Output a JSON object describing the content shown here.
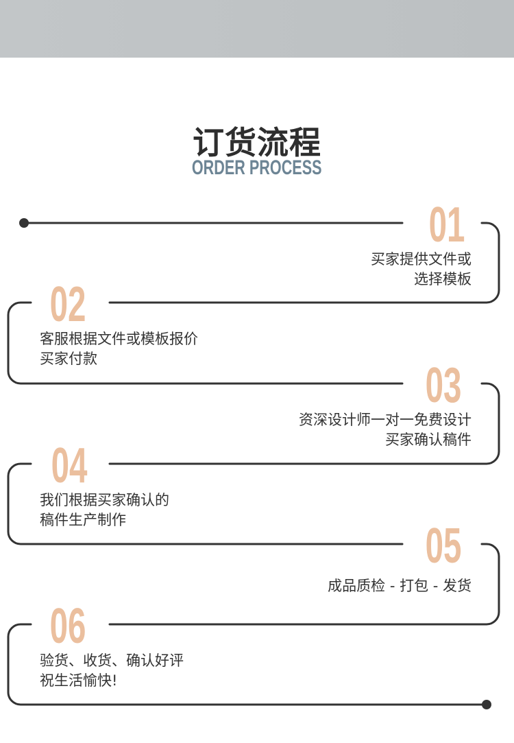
{
  "header": {
    "title": "订货流程",
    "subtitle": "ORDER PROCESS"
  },
  "steps": [
    {
      "number": "01",
      "lines": [
        "买家提供文件或",
        "选择模板"
      ]
    },
    {
      "number": "02",
      "lines": [
        "客服根据文件或模板报价",
        "买家付款"
      ]
    },
    {
      "number": "03",
      "lines": [
        "资深设计师一对一免费设计",
        "买家确认稿件"
      ]
    },
    {
      "number": "04",
      "lines": [
        "我们根据买家确认的",
        "稿件生产制作"
      ]
    },
    {
      "number": "05",
      "lines": [
        "成品质检 - 打包 - 发货"
      ]
    },
    {
      "number": "06",
      "lines": [
        "验货、收货、确认好评",
        "祝生活愉快!"
      ]
    }
  ],
  "colors": {
    "number": "#ebbf9e",
    "subtitle": "#6d8595",
    "line": "#333333",
    "band": "#c0c4c6"
  }
}
